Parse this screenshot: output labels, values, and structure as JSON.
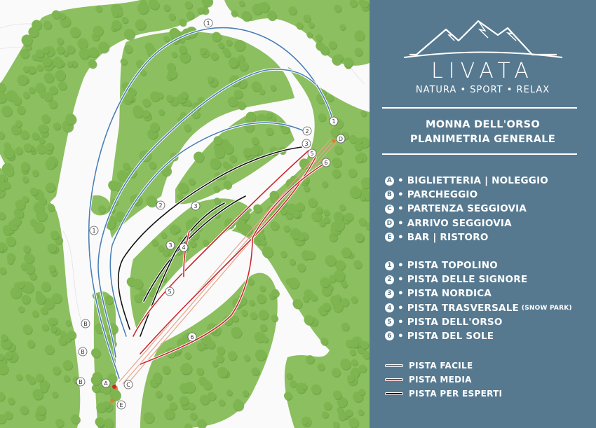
{
  "brand": {
    "name": "LIVATA",
    "tagline": "NATURA • SPORT • RELAX"
  },
  "title": {
    "line1": "MONNA DELL'ORSO",
    "line2": "PLANIMETRIA GENERALE"
  },
  "facilities": [
    {
      "key": "A",
      "label": "• BIGLIETTERIA | NOLEGGIO"
    },
    {
      "key": "B",
      "label": "• PARCHEGGIO"
    },
    {
      "key": "C",
      "label": "• PARTENZA SEGGIOVIA"
    },
    {
      "key": "D",
      "label": "• ARRIVO SEGGIOVIA"
    },
    {
      "key": "E",
      "label": "• BAR | RISTORO"
    }
  ],
  "pistes": [
    {
      "key": "1",
      "label": "• PISTA TOPOLINO",
      "note": ""
    },
    {
      "key": "2",
      "label": "• PISTA DELLE SIGNORE",
      "note": ""
    },
    {
      "key": "3",
      "label": "• PISTA NORDICA",
      "note": ""
    },
    {
      "key": "4",
      "label": "• PISTA TRASVERSALE",
      "note": "(SNOW PARK)"
    },
    {
      "key": "5",
      "label": "• PISTA DELL'ORSO",
      "note": ""
    },
    {
      "key": "6",
      "label": "• PISTA DEL SOLE",
      "note": ""
    }
  ],
  "difficulty": [
    {
      "label": "PISTA FACILE",
      "color": "#4a7fb5"
    },
    {
      "label": "PISTA MEDIA",
      "color": "#c8282e"
    },
    {
      "label": "PISTA PER ESPERTI",
      "color": "#111111"
    }
  ],
  "colors": {
    "panel": "#567990",
    "forest": "#8cbf5f",
    "tree": "#7fb551",
    "tree_dark": "#6ea345",
    "blue": "#4a7fb5",
    "red": "#c8282e",
    "black": "#111111",
    "lift": "#e8a58a",
    "facility": "#e07f2e"
  },
  "map_labels": {
    "piste_numbers": [
      {
        "n": "1"
      },
      {
        "n": "1"
      },
      {
        "n": "1"
      },
      {
        "n": "2"
      },
      {
        "n": "2"
      },
      {
        "n": "3"
      },
      {
        "n": "3"
      },
      {
        "n": "3"
      },
      {
        "n": "4"
      },
      {
        "n": "5"
      },
      {
        "n": "5"
      },
      {
        "n": "6"
      },
      {
        "n": "6"
      }
    ],
    "facility_markers": [
      {
        "k": "A"
      },
      {
        "k": "B"
      },
      {
        "k": "B"
      },
      {
        "k": "B"
      },
      {
        "k": "C"
      },
      {
        "k": "D"
      },
      {
        "k": "E"
      }
    ]
  }
}
